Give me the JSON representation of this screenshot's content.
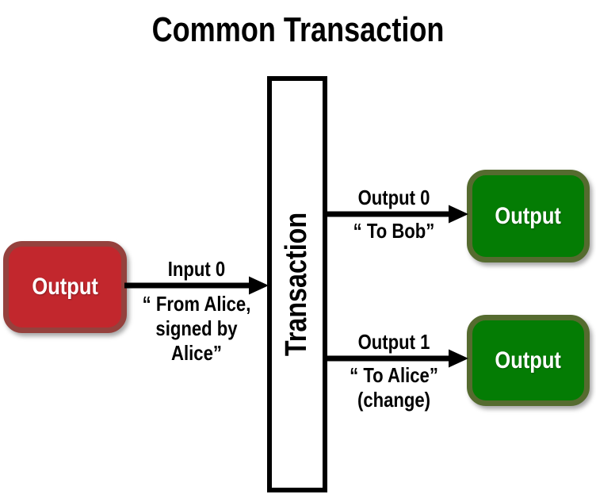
{
  "title": "Common Transaction",
  "colors": {
    "red_fill": "#c2272d",
    "red_border": "#95413d",
    "green_fill": "#047c04",
    "green_border": "#556b2f",
    "arrow_black": "#000000"
  },
  "source_box": {
    "label": "Output"
  },
  "transaction_box": {
    "label": "Transaction"
  },
  "input": {
    "label": "Input 0",
    "lines": [
      "“ From Alice,",
      "signed by",
      "Alice”"
    ]
  },
  "outputs": [
    {
      "label": "Output 0",
      "lines": [
        "“ To Bob”"
      ],
      "box_label": "Output"
    },
    {
      "label": "Output 1",
      "lines": [
        "“ To Alice”",
        "(change)"
      ],
      "box_label": "Output"
    }
  ]
}
